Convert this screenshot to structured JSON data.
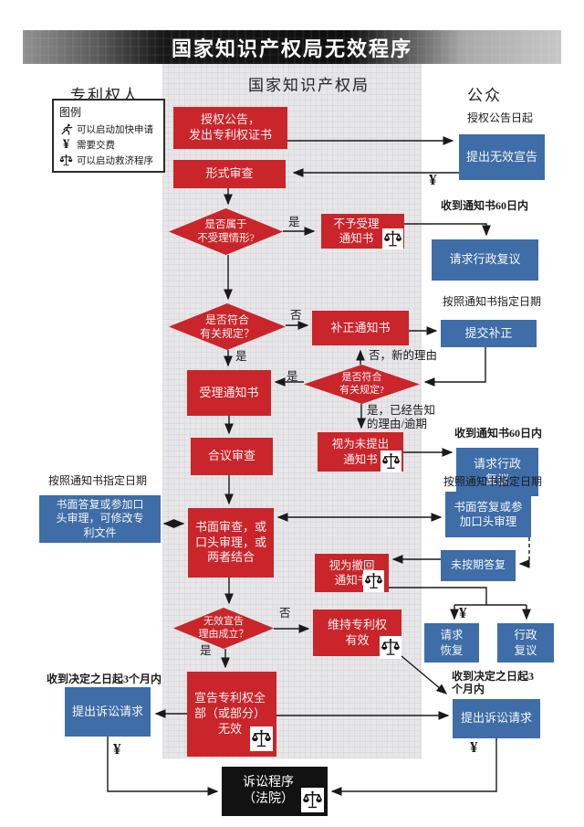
{
  "title": "国家知识产权局无效程序",
  "columns": {
    "left": "专利权人",
    "center": "国家知识产权局",
    "right": "公众"
  },
  "legend": {
    "title": "图例",
    "fast": "可以启动加快申请",
    "fee": "需要交费",
    "remedy": "可以启动救济程序"
  },
  "nodes": {
    "authorize": {
      "label": "授权公告，\n发出专利权证书"
    },
    "invalidation_request": {
      "label": "提出无效宣告"
    },
    "formal_exam": {
      "label": "形式审查"
    },
    "d_reject": {
      "label": "是否属于\n不受理情形?"
    },
    "no_accept": {
      "label": "不予受理\n通知书"
    },
    "review1": {
      "label": "请求行政复议"
    },
    "d_comply1": {
      "label": "是否符合\n有关规定？"
    },
    "correction": {
      "label": "补正通知书"
    },
    "submit_correction": {
      "label": "提交补正"
    },
    "accept_notice": {
      "label": "受理通知书"
    },
    "d_comply2": {
      "label": "是否符合\n有关规定?"
    },
    "deemed_not": {
      "label": "视为未提出\n通知书"
    },
    "review2": {
      "label": "请求行政\n复议"
    },
    "collegial": {
      "label": "合议审查"
    },
    "reply_left": {
      "label": "书面答复或参加口\n头审理，可修改专\n利文件"
    },
    "written_exam": {
      "label": "书面审查，或\n口头审理，或\n两者结合"
    },
    "reply_right": {
      "label": "书面答复或参\n加口头审理"
    },
    "no_reply": {
      "label": "未按期答复"
    },
    "deemed_withdrawn": {
      "label": "视为撤回\n通知书"
    },
    "d_invalid": {
      "label": "无效宣告\n理由成立？"
    },
    "maintain": {
      "label": "维持专利权\n有效"
    },
    "restore": {
      "label": "请求\n恢复"
    },
    "admin_review": {
      "label": "行政\n复议"
    },
    "declare_invalid": {
      "label": "宣告专利权全\n部（或部分）\n无效"
    },
    "sue_left": {
      "label": "提出诉讼请求"
    },
    "sue_right": {
      "label": "提出诉讼请求"
    },
    "court": {
      "label": "诉讼程序\n（法院）"
    }
  },
  "annotations": {
    "grant_date": "授权公告日起",
    "notice60_1": "收到通知书60日内",
    "by_date_1": "按照通知书指定日期",
    "notice60_2": "收到通知书60日内",
    "by_date_left": "按照通知书指定日期",
    "by_date_right": "按照通知书指定日期",
    "decision3_left": "收到决定之日起3个月内",
    "decision3_right": "收到决定之日起3\n个月内"
  },
  "edge_labels": {
    "yes1": "是",
    "no1": "否",
    "yes2": "是",
    "no_new_reason": "否，新的理由",
    "yes3": "是",
    "yes_informed": "是，已经告知\n的理由/逾期",
    "no2": "否",
    "yes4": "是"
  },
  "yen": "¥",
  "colors": {
    "red": "#c9252b",
    "blue": "#3e6da7",
    "banner_black": "#121212",
    "column_gray": "#e7e6e8"
  }
}
